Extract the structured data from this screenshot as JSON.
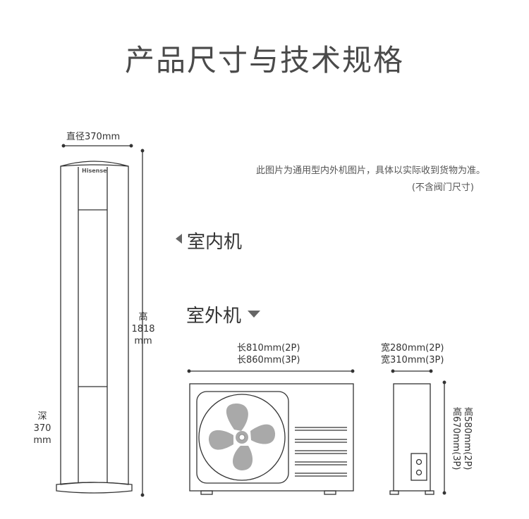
{
  "page": {
    "title": "产品尺寸与技术规格",
    "note_line1": "此图片为通用型内外机图片，具体以实际收到货物为准。",
    "note_line2": "(不含阀门尺寸)"
  },
  "indoor": {
    "label": "室内机",
    "brand": "Hisense",
    "diameter": "直径370mm",
    "height_label": "高",
    "height_value": "1818",
    "height_unit": "mm",
    "depth_label": "深",
    "depth_value": "370",
    "depth_unit": "mm"
  },
  "outdoor": {
    "label": "室外机",
    "length_2p": "长810mm(2P)",
    "length_3p": "长860mm(3P)",
    "width_2p": "宽280mm(2P)",
    "width_3p": "宽310mm(3P)",
    "height_2p": "高580mm(2P)",
    "height_3p": "高670mm(3P)"
  },
  "colors": {
    "line": "#333333",
    "fan": "#a9a9a9",
    "title": "#4a4a4a"
  }
}
